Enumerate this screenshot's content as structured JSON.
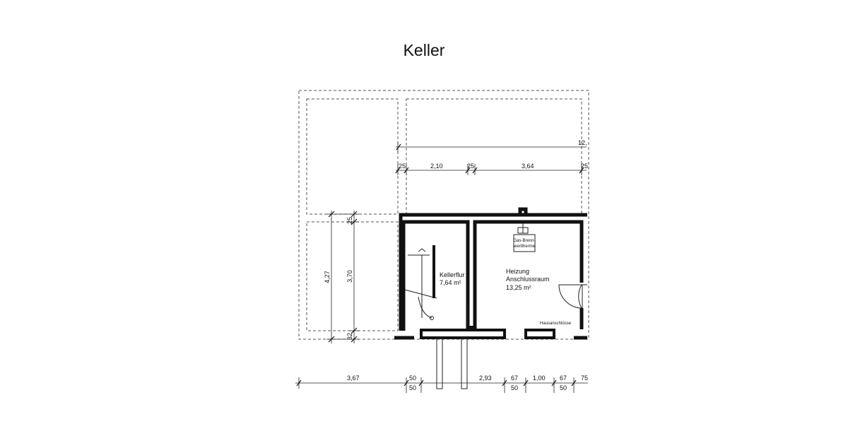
{
  "title": "Keller",
  "rooms": {
    "kellerflur": {
      "name": "Kellerflur",
      "area": "7,64 m²"
    },
    "heizung": {
      "name_line1": "Heizung",
      "name_line2": "Anschlussraum",
      "area": "13,25 m²"
    }
  },
  "labels": {
    "gas_line1": "Gas-Brenn-",
    "gas_line2": "werttherme",
    "hausanschluesse": "Hausanschlüsse"
  },
  "dimensions": {
    "top_total": "12,",
    "top_row": [
      "25",
      "2,10",
      "25",
      "3,64",
      "25"
    ],
    "left_outer": "4,27",
    "left_inner": [
      "25",
      "3,70",
      "32"
    ],
    "bottom_row": [
      "3,67",
      "50",
      "2,93",
      "67",
      "1,00",
      "67",
      "75"
    ],
    "bottom_sub": [
      "50",
      "50",
      "50"
    ]
  }
}
